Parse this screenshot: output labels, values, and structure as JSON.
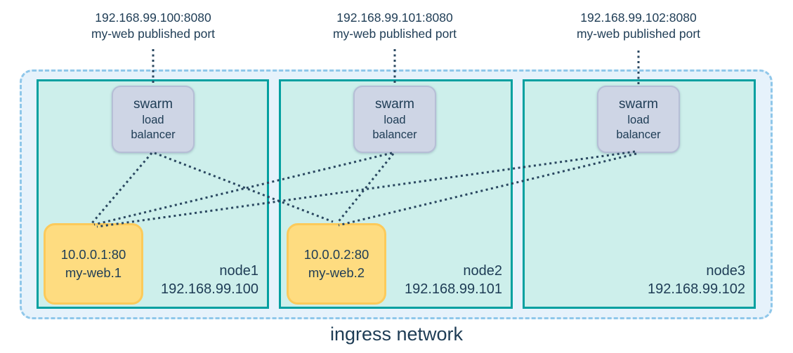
{
  "title": "ingress network",
  "published_ports": [
    {
      "address": "192.168.99.100:8080",
      "label": "my-web published port"
    },
    {
      "address": "192.168.99.101:8080",
      "label": "my-web published port"
    },
    {
      "address": "192.168.99.102:8080",
      "label": "my-web published port"
    }
  ],
  "nodes": [
    {
      "name": "node1",
      "ip": "192.168.99.100",
      "load_balancer": {
        "line1": "swarm",
        "line2": "load",
        "line3": "balancer"
      },
      "task": {
        "address": "10.0.0.1:80",
        "name": "my-web.1"
      }
    },
    {
      "name": "node2",
      "ip": "192.168.99.101",
      "load_balancer": {
        "line1": "swarm",
        "line2": "load",
        "line3": "balancer"
      },
      "task": {
        "address": "10.0.0.2:80",
        "name": "my-web.2"
      }
    },
    {
      "name": "node3",
      "ip": "192.168.99.102",
      "load_balancer": {
        "line1": "swarm",
        "line2": "load",
        "line3": "balancer"
      }
    }
  ],
  "colors": {
    "ingress_fill": "#e6f2fb",
    "ingress_border": "#8fc7ea",
    "node_fill": "#cdefeb",
    "node_border": "#02a0a0",
    "load_balancer_fill": "#ced5e5",
    "load_balancer_border": "#b6bed6",
    "task_fill": "#fedc80",
    "task_border": "#fcca5a",
    "text": "#1e3c55",
    "dotted_line": "#2a4760"
  }
}
